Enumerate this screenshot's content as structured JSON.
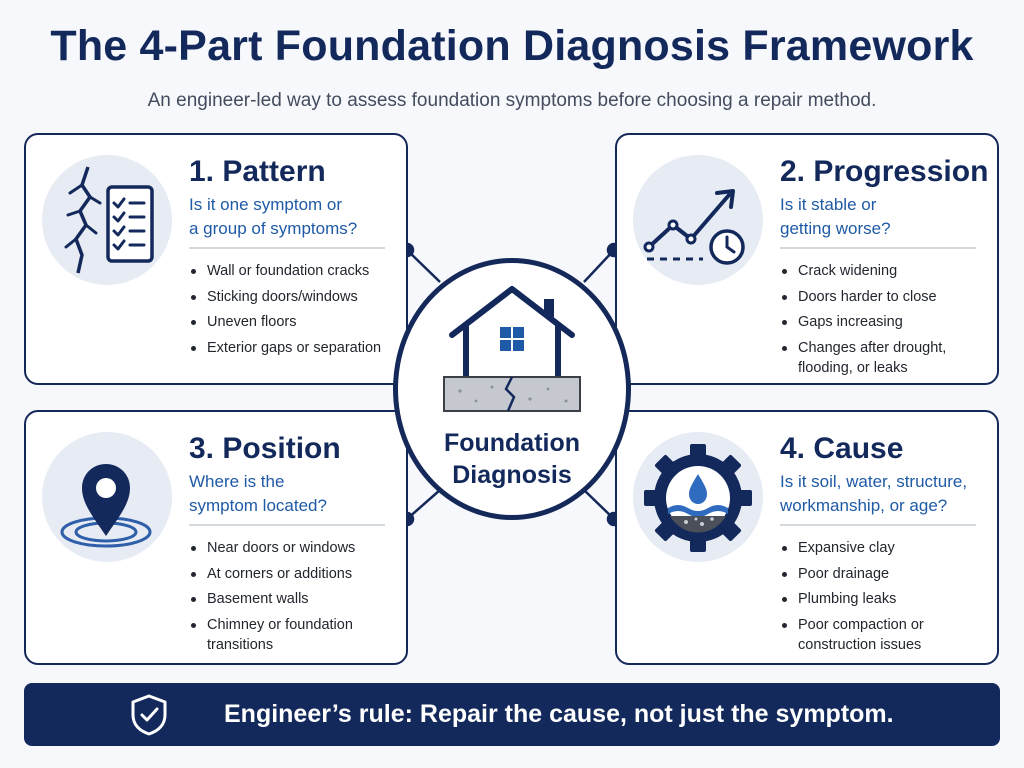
{
  "header": {
    "title": "The 4-Part Foundation Diagnosis Framework",
    "subtitle": "An engineer-led way to assess foundation symptoms before choosing a repair method."
  },
  "center": {
    "label_line1": "Foundation",
    "label_line2": "Diagnosis",
    "icon": "house-on-cracked-slab-icon"
  },
  "cards": [
    {
      "title": "1. Pattern",
      "question_line1": "Is it one symptom or",
      "question_line2": "a group of symptoms?",
      "icon": "crack-and-checklist-icon",
      "items": [
        "Wall or foundation cracks",
        "Sticking doors/windows",
        "Uneven floors",
        "Exterior gaps or separation"
      ]
    },
    {
      "title": "2. Progression",
      "question_line1": "Is it stable or",
      "question_line2": "getting worse?",
      "icon": "trend-arrow-clock-icon",
      "items": [
        "Crack widening",
        "Doors harder to close",
        "Gaps increasing",
        "Changes after drought,",
        "flooding, or leaks"
      ]
    },
    {
      "title": "3. Position",
      "question_line1": "Where is the",
      "question_line2": "symptom located?",
      "icon": "map-pin-icon",
      "items": [
        "Near doors or windows",
        "At corners or additions",
        "Basement walls",
        "Chimney or foundation",
        "transitions"
      ]
    },
    {
      "title": "4. Cause",
      "question_line1": "Is it soil, water, structure,",
      "question_line2": "workmanship, or age?",
      "icon": "gear-water-soil-icon",
      "items": [
        "Expansive clay",
        "Poor drainage",
        "Plumbing leaks",
        "Poor compaction or",
        "construction issues"
      ]
    }
  ],
  "banner": {
    "text": "Engineer’s rule: Repair the cause, not just the symptom.",
    "icon": "shield-check-icon"
  },
  "colors": {
    "navy": "#13295b",
    "accent_blue": "#1f5aa6",
    "icon_bg": "#e6ebf4",
    "page_bg": "#f7f8fb"
  }
}
